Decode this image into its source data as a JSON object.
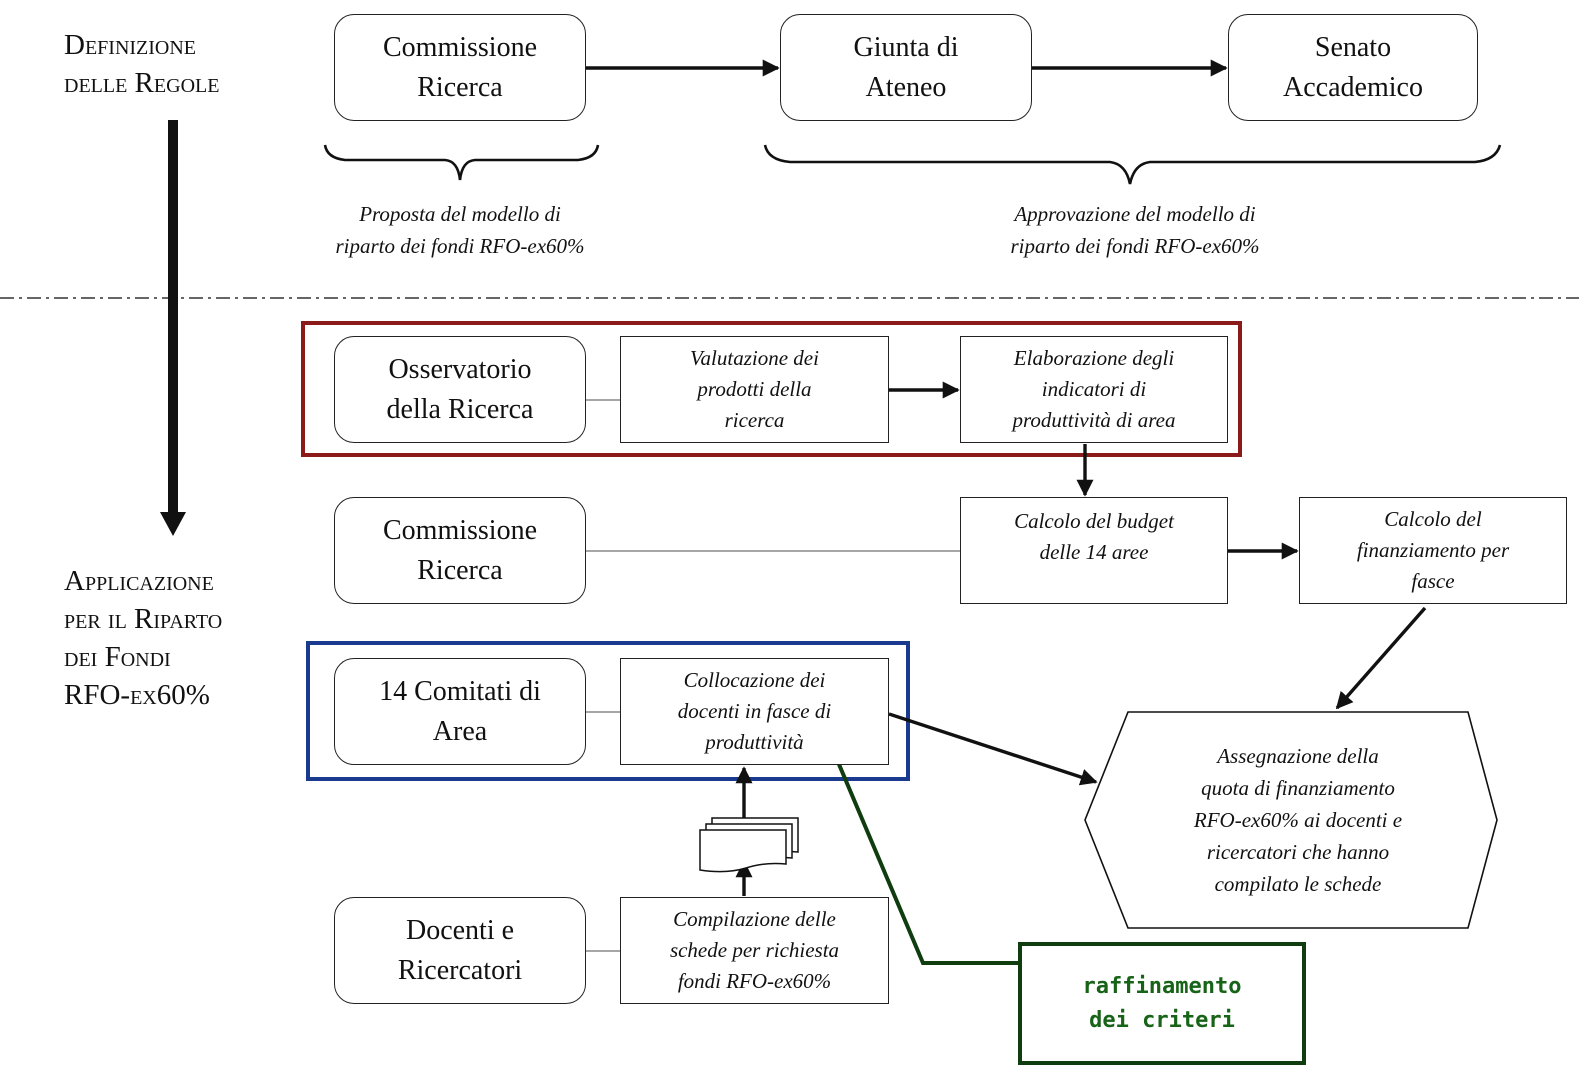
{
  "section_top": {
    "label": "Definizione\ndelle Regole"
  },
  "section_bottom": {
    "label": "Applicazione\nper il Riparto\ndei Fondi\nRFO-ex60%"
  },
  "governance": {
    "commissione": "Commissione\nRicerca",
    "giunta": "Giunta di\nAteneo",
    "senato": "Senato\nAccademico",
    "proposal_caption": "Proposta del modello di\nriparto dei fondi RFO-ex60%",
    "approval_caption": "Approvazione del modello di\nriparto dei fondi RFO-ex60%"
  },
  "process": {
    "osservatorio": "Osservatorio\ndella Ricerca",
    "valutazione": "Valutazione dei\nprodotti della\nricerca",
    "elaborazione": "Elaborazione degli\nindicatori di\nproduttività di area",
    "commissione2": "Commissione\nRicerca",
    "calcolo_budget": "Calcolo del budget\ndelle 14 aree",
    "calcolo_fin": "Calcolo del\nfinanziamento per\nfasce",
    "comitati": "14 Comitati di\nArea",
    "collocazione": "Collocazione dei\ndocenti in fasce di\nproduttività",
    "docenti": "Docenti e\nRicercatori",
    "compilazione": "Compilazione delle\nschede per richiesta\nfondi RFO-ex60%",
    "assegnazione": "Assegnazione della\nquota di finanziamento\nRFO-ex60% ai docenti e\nricercatori che hanno\ncompilato le schede"
  },
  "callout": {
    "text": "raffinamento\ndei criteri"
  },
  "colors": {
    "red_frame": "#8b1a1a",
    "blue_frame": "#1a3a8f",
    "callout_border": "#0f3d0f",
    "callout_text": "#176317"
  }
}
